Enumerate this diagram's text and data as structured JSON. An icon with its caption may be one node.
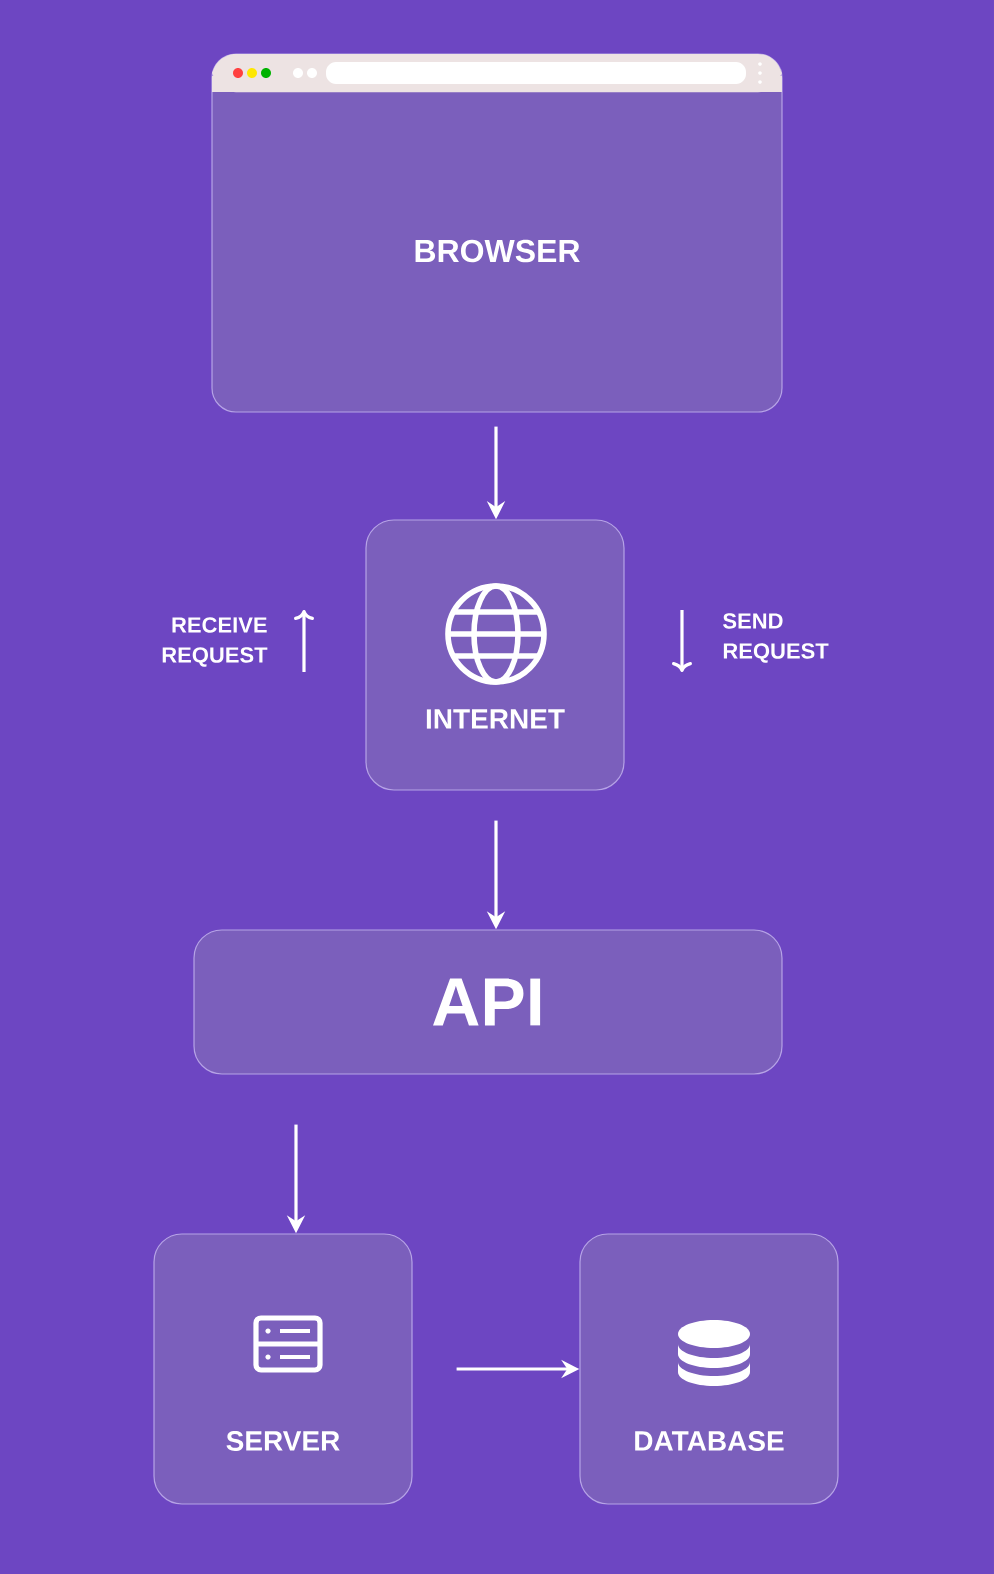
{
  "diagram": {
    "nodes": [
      {
        "text": [
          "BROWSER"
        ]
      },
      {
        "text": [
          "INTERNET"
        ]
      },
      {
        "text": [
          "API"
        ]
      },
      {
        "text": [
          "SERVER"
        ]
      },
      {
        "text": [
          "DATABASE"
        ]
      }
    ],
    "edges": [
      {
        "from": 0,
        "to": 1,
        "arrow": "to"
      },
      {
        "from": 1,
        "to": 2,
        "arrow": "to"
      },
      {
        "from": 2,
        "to": 3,
        "arrow": "to"
      },
      {
        "from": 3,
        "to": 4,
        "arrow": "to"
      }
    ],
    "labels": [
      "RECEIVE REQUEST",
      "SEND REQUEST"
    ]
  }
}
